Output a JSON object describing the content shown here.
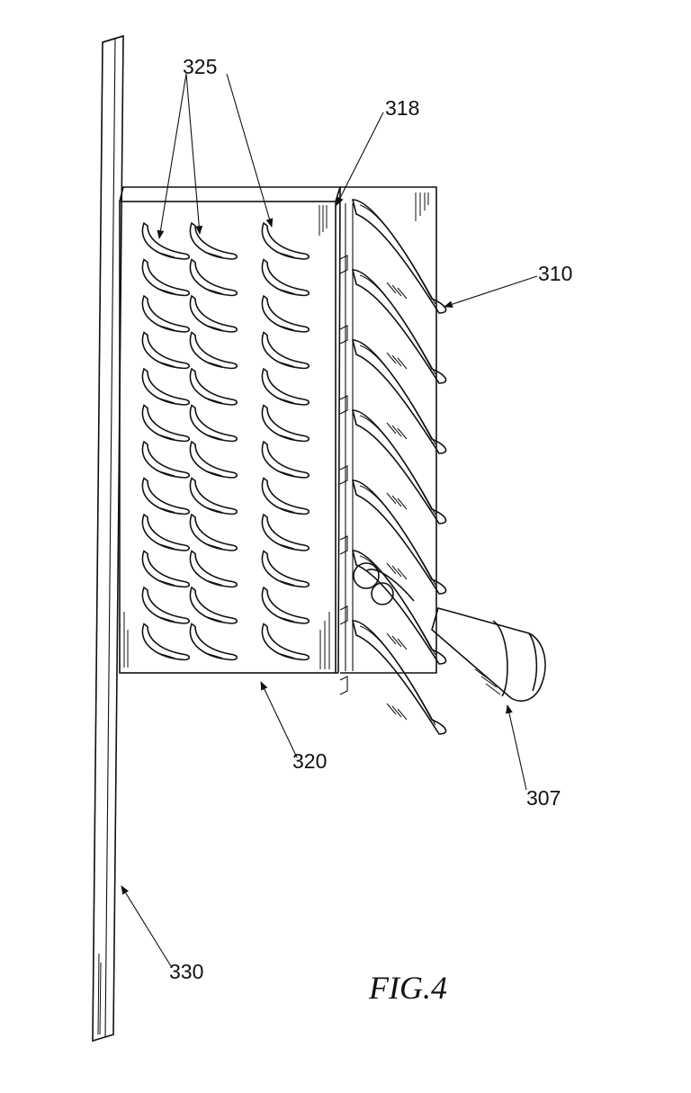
{
  "figure": {
    "caption": "FIG.4",
    "labels": {
      "ref_325": "325",
      "ref_318": "318",
      "ref_310": "310",
      "ref_320": "320",
      "ref_307": "307",
      "ref_330": "330"
    }
  },
  "colors": {
    "line": "#111111",
    "background": "#ffffff"
  }
}
